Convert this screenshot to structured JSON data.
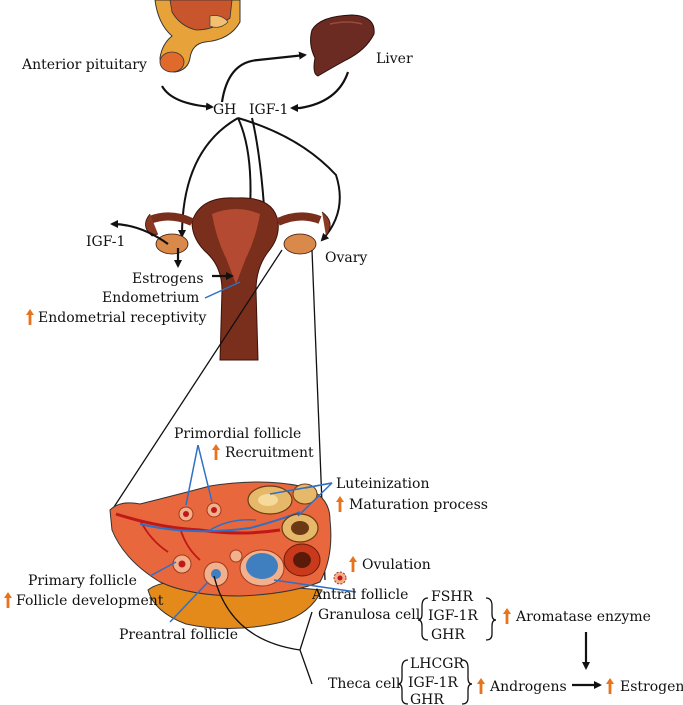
{
  "labels": {
    "anterior_pituitary": "Anterior pituitary",
    "liver": "Liver",
    "gh": "GH",
    "igf1_top": "IGF-1",
    "igf1_left": "IGF-1",
    "ovary": "Ovary",
    "estrogens_uterus": "Estrogens",
    "endometrium": "Endometrium",
    "endometrial_receptivity": "Endometrial receptivity",
    "primordial_follicle": "Primordial follicle",
    "recruitment": "Recruitment",
    "luteinization": "Luteinization",
    "maturation_process": "Maturation process",
    "ovulation": "Ovulation",
    "primary_follicle": "Primary follicle",
    "follicle_development": "Follicle development",
    "antral_follicle": "Antral follicle",
    "preantral_follicle": "Preantral follicle",
    "granulosa_cell": "Granulosa cell",
    "fshr": "FSHR",
    "igf1r_granulosa": "IGF-1R",
    "ghr_granulosa": "GHR",
    "aromatase_enzyme": "Aromatase enzyme",
    "theca_cell": "Theca cell",
    "lhcgr": "LHCGR",
    "igf1r_theca": "IGF-1R",
    "ghr_theca": "GHR",
    "androgens": "Androgens",
    "estrogens_final": "Estrogens"
  },
  "colors": {
    "increase_arrow": "#e8731c",
    "pointer_line": "#2f6fc4",
    "uterus": "#7a2e1c",
    "liver": "#6b2a22",
    "ovary_tissue": "#e8673c",
    "ovary_base": "#e48a1a",
    "follicle_fluid": "#3f7fc0",
    "corpus": "#e6b96a"
  }
}
